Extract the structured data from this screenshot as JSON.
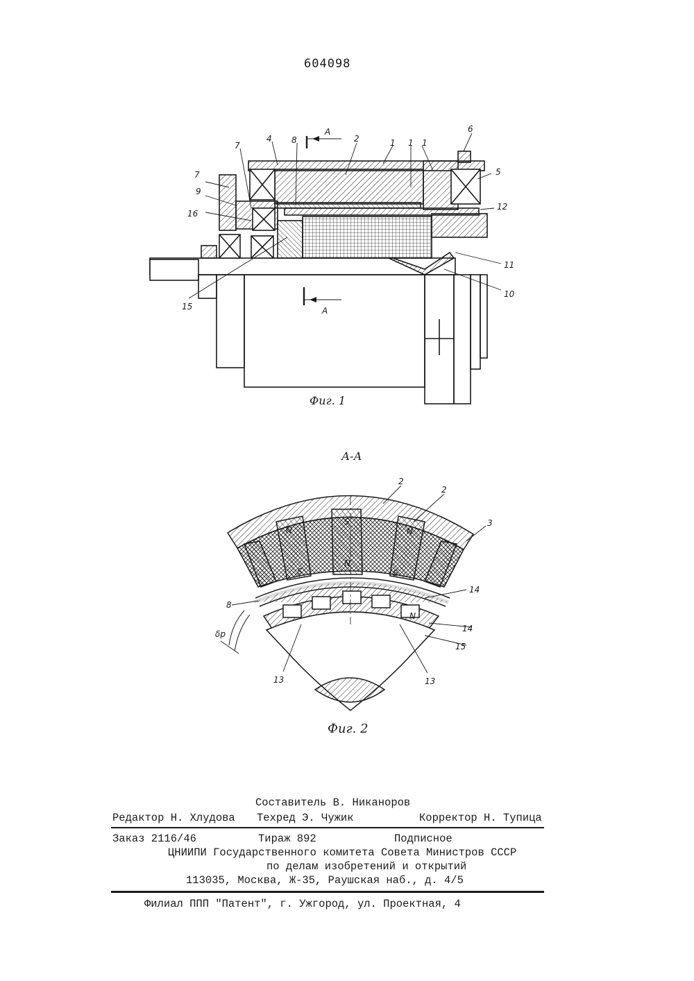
{
  "patent_number": "604098",
  "figure1": {
    "caption": "Фиг. 1",
    "section_mark": "А",
    "labels": {
      "l1a": "1",
      "l1b": "1",
      "l1c": "1",
      "l2": "2",
      "l4": "4",
      "l5": "5",
      "l6": "6",
      "l7a": "7",
      "l7b": "7",
      "l8": "8",
      "l9": "9",
      "l10": "10",
      "l11": "11",
      "l12": "12",
      "l15": "15",
      "l16": "16"
    }
  },
  "figure2": {
    "title": "А-А",
    "caption": "Фиг. 2",
    "labels": {
      "l2a": "2",
      "l2b": "2",
      "l3": "3",
      "l8": "8",
      "delta": "δр",
      "l13a": "13",
      "l13b": "13",
      "l14a": "14",
      "l14b": "14",
      "l15": "15"
    },
    "poles": {
      "n1": "N",
      "s1": "S",
      "n2": "N",
      "s2": "S",
      "n3": "N",
      "s3": "S",
      "n4": "N"
    }
  },
  "imprint": {
    "compiler": "Составитель В. Никаноров",
    "editor": "Редактор Н. Хлудова",
    "techred": "Техред Э. Чужик",
    "corrector": "Корректор Н. Тупица",
    "order": "Заказ 2116/46",
    "circulation": "Тираж 892",
    "subscription": "Подписное",
    "institute": "ЦНИИПИ Государственного комитета Совета Министров СССР",
    "dept": "по делам изобретений и открытий",
    "address": "113035, Москва, Ж-35, Раушская наб., д. 4/5",
    "branch": "Филиал ППП \"Патент\", г. Ужгород, ул. Проектная, 4"
  }
}
